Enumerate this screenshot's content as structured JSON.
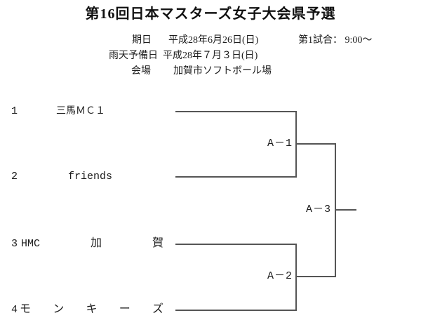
{
  "title": "第16回日本マスターズ女子大会県予選",
  "info": {
    "date_label": "期日",
    "date_value": "平成28年6月26日(日)",
    "first_game_label": "第1試合： 9:00～",
    "rain_date_label": "雨天予備日",
    "rain_date_value": "平成28年７月３日(日)",
    "venue_label": "会場",
    "venue_value": "加賀市ソフトボール場"
  },
  "bracket": {
    "teams": [
      {
        "seed": "1",
        "name": "三馬ＭＣ１"
      },
      {
        "seed": "2",
        "name": "friends"
      },
      {
        "seed": "3",
        "name_parts": [
          "HMC",
          "加",
          "賀"
        ]
      },
      {
        "seed": "4",
        "name_parts": [
          "モ",
          "ン",
          "キ",
          "ー",
          "ズ"
        ]
      }
    ],
    "match_labels": {
      "a1": "A－1",
      "a2": "A－2",
      "a3": "A－3"
    }
  },
  "colors": {
    "line": "#555555",
    "text": "#1c1c1c"
  }
}
